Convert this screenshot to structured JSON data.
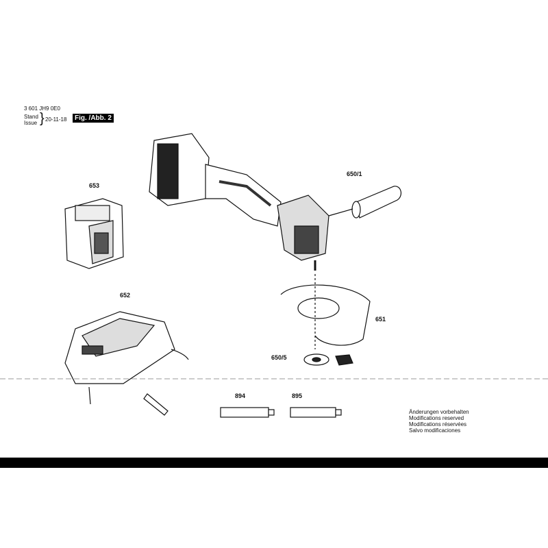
{
  "header": {
    "part_number": "3 601 JH9 0E0",
    "stand_label": "Stand",
    "issue_label": "Issue",
    "date": "20-11-18",
    "figure": "Fig. /Abb. 2"
  },
  "parts": [
    {
      "id": "653"
    },
    {
      "id": "652"
    },
    {
      "id": "650/1"
    },
    {
      "id": "651"
    },
    {
      "id": "650/5"
    },
    {
      "id": "894"
    },
    {
      "id": "895"
    }
  ],
  "notice": [
    "Änderungen vorbehalten",
    "Modifications reserved",
    "Modifications réservées",
    "Salvo modificaciones"
  ]
}
